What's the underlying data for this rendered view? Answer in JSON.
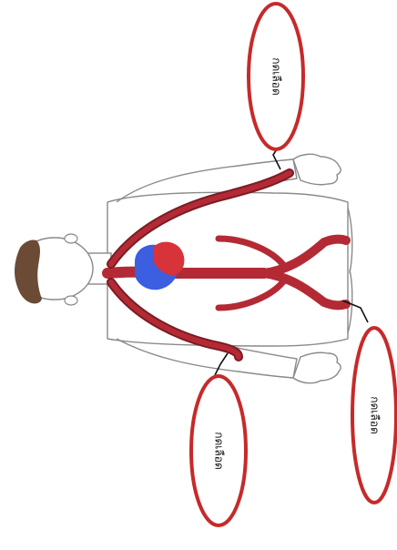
{
  "labels": {
    "top": "กดเลือด",
    "bottom_left": "กดเลือด",
    "bottom_right": "กดเลือด"
  },
  "colors": {
    "oval_border": "#c62a2a",
    "vessel": "#b32a35",
    "vessel_dark": "#7a1c24",
    "heart_blue": "#3b5fe0",
    "heart_red": "#d8323b",
    "body_outline": "#8a8a8a",
    "hair": "#6b4a36",
    "skin": "#f4ede6"
  }
}
